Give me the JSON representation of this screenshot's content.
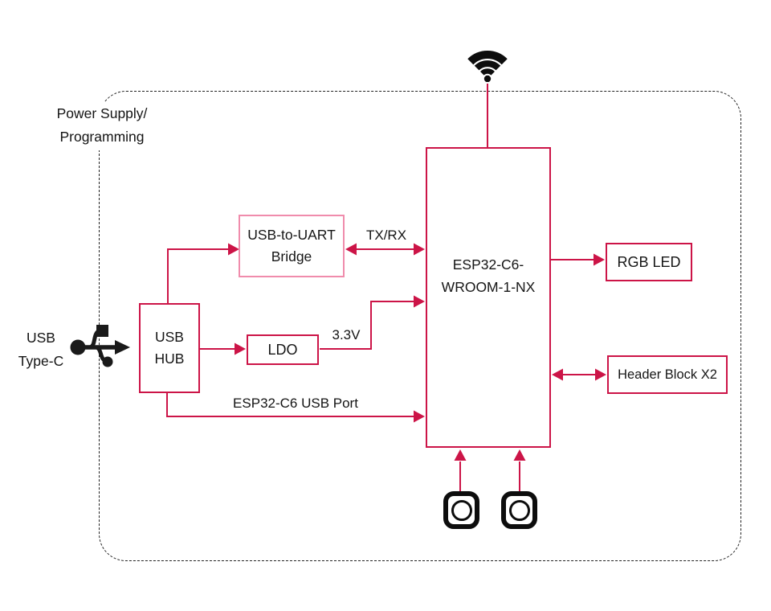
{
  "frame": {
    "caption_line1": "Power Supply/",
    "caption_line2": "Programming"
  },
  "blocks": {
    "usb_hub": {
      "line1": "USB",
      "line2": "HUB"
    },
    "bridge": {
      "line1": "USB-to-UART",
      "line2": "Bridge"
    },
    "ldo": {
      "label": "LDO"
    },
    "esp32": {
      "line1": "ESP32-C6-",
      "line2": "WROOM-1-NX"
    },
    "rgb_led": {
      "label": "RGB LED"
    },
    "header_block": {
      "label": "Header Block X2"
    }
  },
  "wire_labels": {
    "tx_rx": "TX/RX",
    "v_3_3": "3.3V",
    "usb_port": "ESP32-C6 USB Port"
  },
  "external": {
    "usb_type_c_line1": "USB",
    "usb_type_c_line2": "Type-C"
  },
  "icons": {
    "wifi": "wifi-icon",
    "usb_type_c": "usb-type-c-icon",
    "push_buttons": [
      "push-button-icon",
      "push-button-icon"
    ]
  },
  "colors": {
    "accent_crimson": "#cc1447",
    "bridge_border_pink": "#f08cac",
    "icon_black": "#0d0d0d",
    "frame_dash": "#1f1f1f"
  }
}
